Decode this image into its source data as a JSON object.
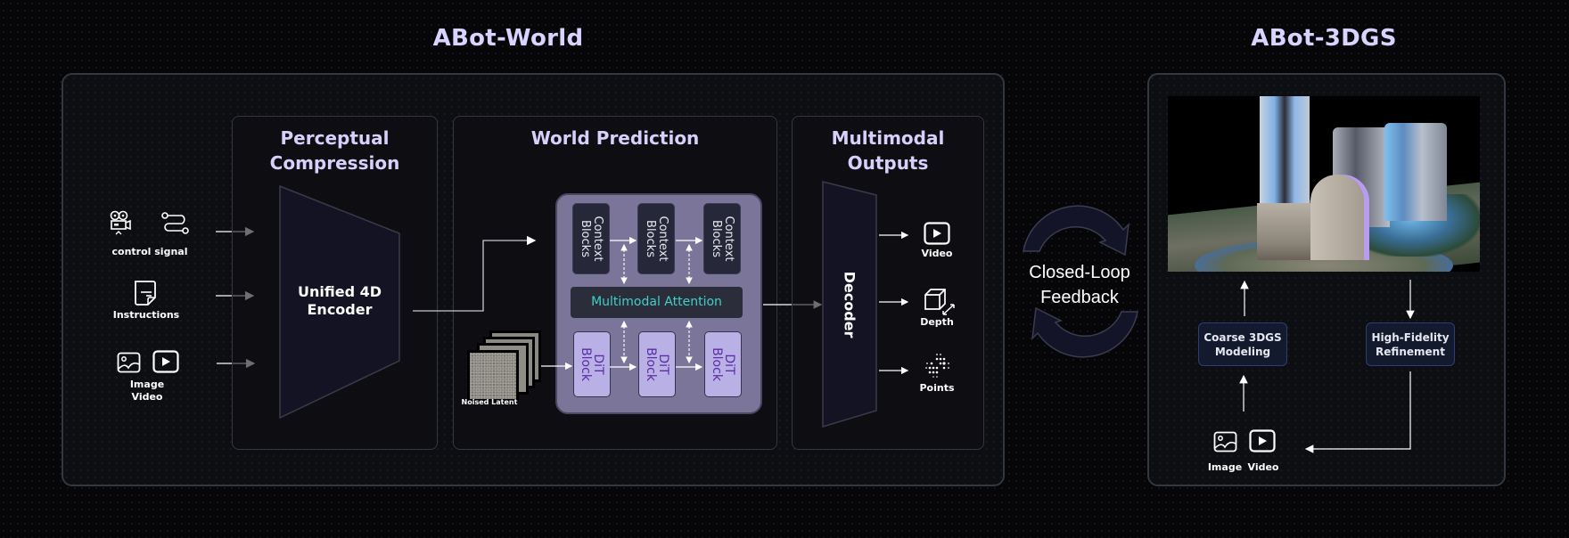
{
  "titles": {
    "world": "ABot-World",
    "gs": "ABot-3DGS"
  },
  "inputs": {
    "control_signal": "control signal",
    "instructions": "Instructions",
    "image_video": "Image\nVideo"
  },
  "sections": {
    "perceptual": "Perceptual\nCompression",
    "world_prediction": "World Prediction",
    "multimodal_outputs": "Multimodal\nOutputs"
  },
  "encoder": "Unified 4D\nEncoder",
  "prediction": {
    "context_block": "Context\nBlocks",
    "attention": "Multimodal Attention",
    "dit_block": "DiT\nBlock",
    "noised_latent": "Noised Latent"
  },
  "decoder": "Decoder",
  "outputs": {
    "video": "Video",
    "depth": "Depth",
    "points": "Points"
  },
  "feedback": "Closed-Loop\nFeedback",
  "gs_pipeline": {
    "coarse": "Coarse 3DGS\nModeling",
    "refinement": "High-Fidelity\nRefinement",
    "image": "Image",
    "video": "Video"
  },
  "colors": {
    "title": "#d9d3ff",
    "attention_text": "#3fd0c9",
    "dit_fill": "#b9b1e6",
    "dit_text": "#5b2ca3",
    "prediction_bg": "#7c759a"
  }
}
